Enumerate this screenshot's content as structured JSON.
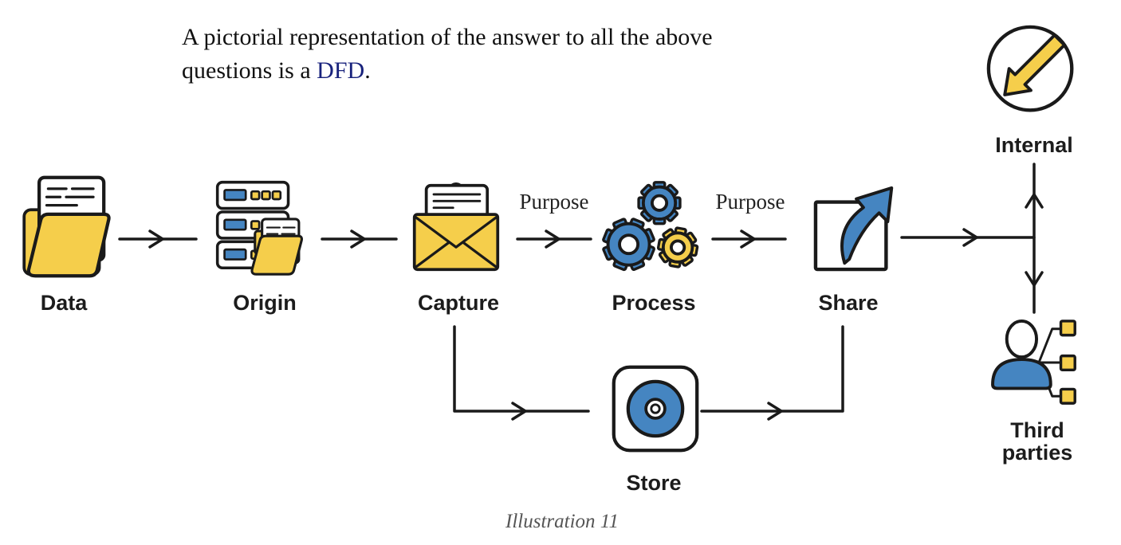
{
  "intro": {
    "line1": "A pictorial representation of the answer to all the above",
    "line2_prefix": "questions is a ",
    "link_text": "DFD",
    "line2_suffix": "."
  },
  "nodes": {
    "data": {
      "label": "Data",
      "icon": "folder-document-icon"
    },
    "origin": {
      "label": "Origin",
      "icon": "server-stack-folder-icon"
    },
    "capture": {
      "label": "Capture",
      "icon": "open-envelope-document-icon"
    },
    "process": {
      "label": "Process",
      "icon": "gears-icon"
    },
    "share": {
      "label": "Share",
      "icon": "box-share-arrow-icon"
    },
    "store": {
      "label": "Store",
      "icon": "disc-icon"
    },
    "internal": {
      "label": "Internal",
      "icon": "inward-arrow-circle-icon"
    },
    "third_parties": {
      "label": "Third parties",
      "icon": "person-hierarchy-icon"
    }
  },
  "edge_labels": {
    "capture_process": "Purpose",
    "process_share": "Purpose"
  },
  "caption": "Illustration 11",
  "colors": {
    "yellow": "#F5CE4B",
    "blue": "#4585C1",
    "outline": "#1a1a1a",
    "link_navy": "#18227c",
    "caption_gray": "#555555"
  }
}
